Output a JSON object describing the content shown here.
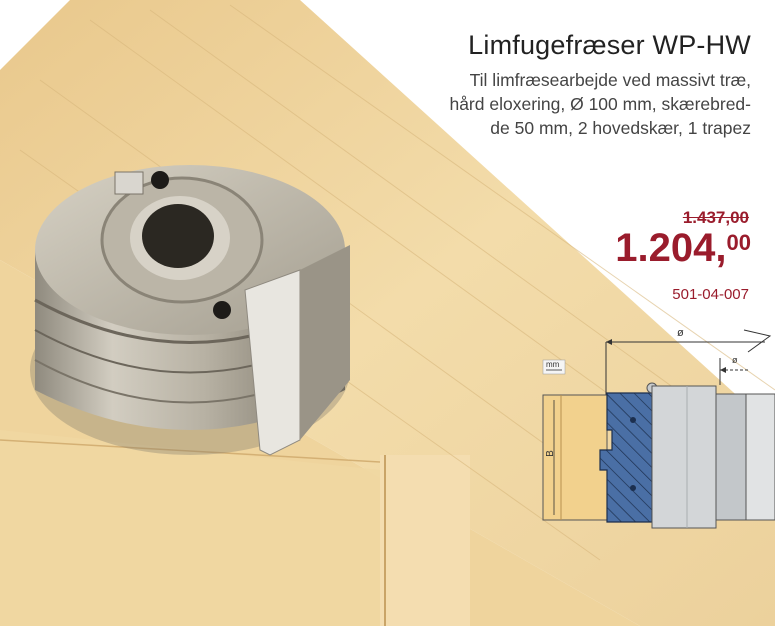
{
  "product": {
    "title": "Limfugefræser WP-HW",
    "description_lines": [
      "Til limfræsearbejde ved massivt træ,",
      "hård eloxering, Ø 100 mm, skærebred-",
      "de 50 mm, 2 hovedskær, 1 trapez"
    ],
    "old_price": "1.437,00",
    "price_main": "1.204,",
    "price_cents": "00",
    "article_number": "501-04-007"
  },
  "diagram": {
    "diameter_symbol": "ø",
    "bore_symbol": "ø",
    "unit_label": "mm",
    "width_label": "B"
  },
  "colors": {
    "accent": "#9a1c2c",
    "wood": "#f2d9a3",
    "wood_dark": "#d9b877",
    "blue_body": "#4a6fa5",
    "steel": "#bfc3c6"
  }
}
